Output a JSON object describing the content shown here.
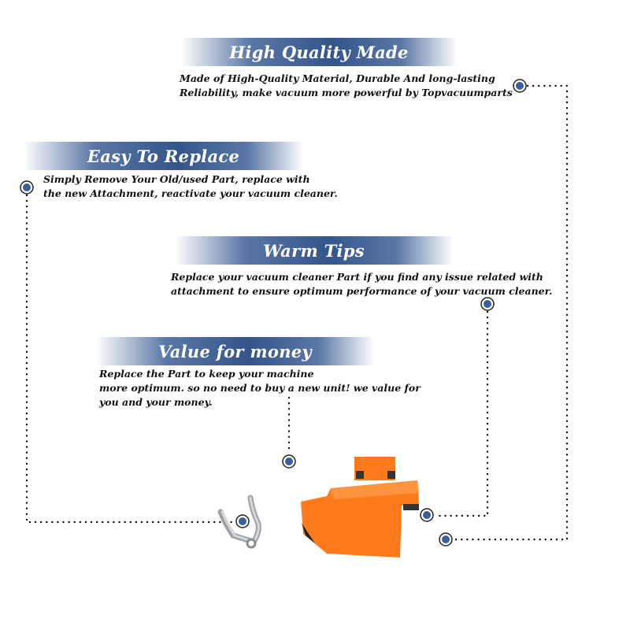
{
  "features": [
    {
      "title": "High Quality Made",
      "text": "Made of  High-Quality Material, Durable And long-lasting\nReliability, make vacuum more powerful by Topvacuumparts"
    },
    {
      "title": "Easy To Replace",
      "text": "Simply Remove Your Old/used Part, replace with\nthe new Attachment, reactivate your vacuum cleaner."
    },
    {
      "title": "Warm Tips",
      "text": "Replace your vacuum cleaner Part if you find any issue related with\n attachment to ensure optimum performance of your vacuum cleaner."
    },
    {
      "title": "Value for money",
      "text": "Replace the Part to keep your machine\nmore optimum. so no need to buy a new unit! we value for\nyou and your money."
    }
  ],
  "colors": {
    "banner": "#34558a",
    "marker": "#3b5f99",
    "part": "#ff7a1a"
  }
}
